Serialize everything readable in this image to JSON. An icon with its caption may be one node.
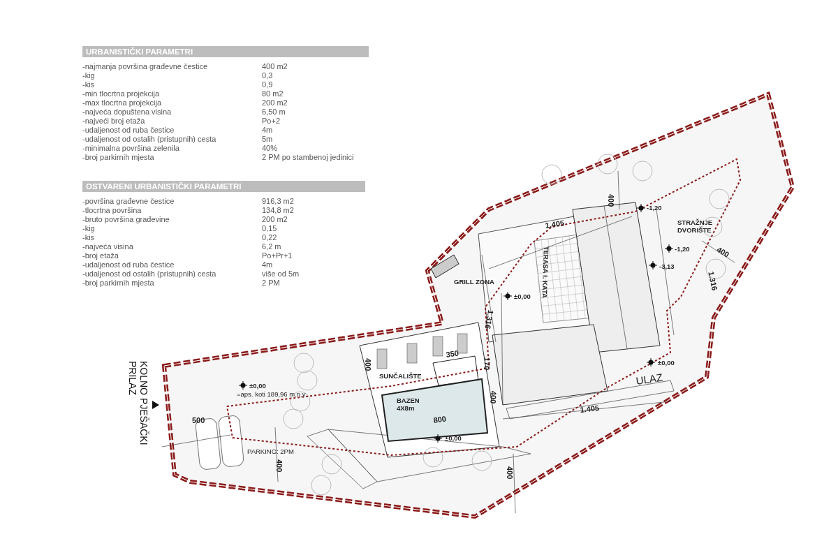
{
  "diagram": {
    "labels": [
      "URBANISTIČKI PARAMETRI",
      "-najmanja površina građevne čestice",
      "400 m2",
      "-kig",
      "0,3",
      "-kis",
      "0,9",
      "-min tlocrtna projekcija",
      "80 m2",
      "-max tlocrtna projekcija",
      "200 m2",
      "-najveća dopuštena visina",
      "6,50 m",
      "-najveći broj etaža",
      "Po+2",
      "-udaljenost od ruba čestice",
      "4m",
      "-udaljenost od ostalih (pristupnih) cesta",
      "5m",
      "-minimalna površina zelenila",
      "40%",
      "-broj parkirnih mjesta",
      "2 PM po stambenoj jedinici",
      "OSTVARENI URBANISTIČKI PARAMETRI",
      "-površina građevne čestice",
      "916,3 m2",
      "-tlocrtna površina",
      "134,8 m2",
      "-bruto površina građevine",
      "200 m2",
      "-kig",
      "0,15",
      "-kis",
      "0,22",
      "-najveća visina",
      "6,2 m",
      "-broj etaža",
      "Po+Pr+1",
      "-udaljenost od ruba čestice",
      "4m",
      "-udaljenost od ostalih (pristupnih) cesta",
      "više od 5m",
      "-broj parkirnih mjesta",
      "2 PM",
      "400",
      "-1,20",
      "STRAŽNJE DVORIŠTE",
      "1.405",
      "-1,20",
      "-3,13",
      "400",
      "GRILL ZONA",
      "±0,00",
      "1.316",
      "1.316",
      "TERASA I. KATA",
      "400",
      "350",
      "170",
      "SUNČALIŠTE",
      "±0,00",
      "ULAZ",
      "KOLNO PJEŠAČKI PRILAZ",
      "±0,00",
      "=aps. koti 189,96 m.n.v",
      "BAZEN 4X8m",
      "400",
      "1.405",
      "500",
      "800",
      "±0,00",
      "PARKING: 2PM",
      "400",
      "400"
    ]
  }
}
